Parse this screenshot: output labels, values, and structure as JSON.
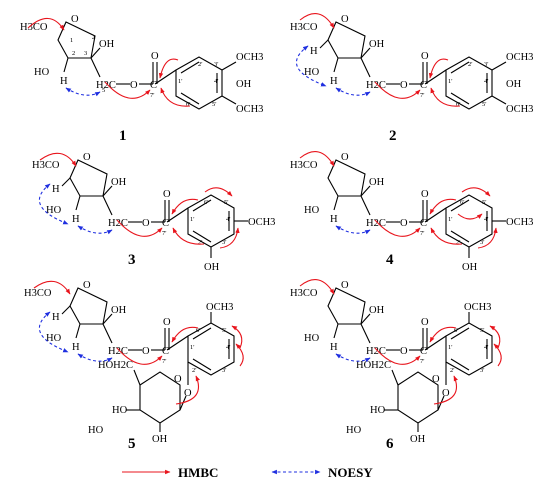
{
  "compounds": [
    {
      "id": "1",
      "atoms": {
        "methoxy_sugar": "H3CO",
        "ring_o": "O",
        "oh_sugar": "HO",
        "h_sugar": "H",
        "oh_quat": "OH",
        "ch2": "H2C",
        "ester_o": "O",
        "carbonyl_o": "O",
        "carbonyl_c": "C",
        "aryl_a": "OCH3",
        "aryl_b": "OH",
        "aryl_c": "OCH3"
      },
      "positions": {
        "p1": "1",
        "p2": "2",
        "p3": "3",
        "p4": "4",
        "p5": "5",
        "pc7": "7'",
        "pa1": "1'",
        "pa2": "2'",
        "pa3": "3'",
        "pa4": "4'",
        "pa5": "5'",
        "pa6": "6'"
      }
    },
    {
      "id": "2",
      "atoms": {
        "methoxy_sugar": "H3CO",
        "ring_o": "O",
        "oh_sugar": "HO",
        "h_sugar": "H",
        "h_top": "H",
        "oh_quat": "OH",
        "ch2": "H2C",
        "ester_o": "O",
        "carbonyl_o": "O",
        "carbonyl_c": "C",
        "aryl_a": "OCH3",
        "aryl_b": "OH",
        "aryl_c": "OCH3"
      },
      "positions": {
        "pc7": "7'",
        "pa1": "1'",
        "pa2": "2'",
        "pa3": "3'",
        "pa4": "4'",
        "pa5": "5'",
        "pa6": "6'"
      }
    },
    {
      "id": "3",
      "atoms": {
        "methoxy_sugar": "H3CO",
        "ring_o": "O",
        "oh_sugar": "HO",
        "h_sugar": "H",
        "h_top": "H",
        "oh_quat": "OH",
        "ch2": "H2C",
        "ester_o": "O",
        "carbonyl_o": "O",
        "carbonyl_c": "C",
        "aryl_a": "OCH3",
        "aryl_b": "OH"
      },
      "positions": {
        "pc7": "7'",
        "pa1": "1'",
        "pa2": "2'",
        "pa3": "3'",
        "pa4": "4'",
        "pa5": "5'",
        "pa6": "6'"
      }
    },
    {
      "id": "4",
      "atoms": {
        "methoxy_sugar": "H3CO",
        "ring_o": "O",
        "oh_sugar": "HO",
        "h_sugar": "H",
        "oh_quat": "OH",
        "ch2": "H2C",
        "ester_o": "O",
        "carbonyl_o": "O",
        "carbonyl_c": "C",
        "aryl_a": "OCH3",
        "aryl_b": "OH"
      },
      "positions": {
        "pc7": "7'",
        "pa1": "1'",
        "pa2": "2'",
        "pa3": "3'",
        "pa4": "4'",
        "pa5": "5'",
        "pa6": "6'"
      }
    },
    {
      "id": "5",
      "atoms": {
        "methoxy_sugar": "H3CO",
        "ring_o": "O",
        "oh_sugar": "HO",
        "h_sugar": "H",
        "h_top": "H",
        "oh_quat": "OH",
        "ch2": "H2C",
        "ester_o": "O",
        "carbonyl_o": "O",
        "carbonyl_c": "C",
        "aryl_a": "OCH3",
        "glc_ho1": "HOH2C",
        "glc_ho2": "HO",
        "glc_ho3": "HO",
        "glc_oh": "OH",
        "glc_o": "O",
        "glc_link": "O"
      },
      "positions": {
        "pc7": "7'",
        "pa1": "1'",
        "pa2": "2'",
        "pa3": "3'",
        "pa4": "4'",
        "pa5": "5'",
        "pa6": "6'"
      }
    },
    {
      "id": "6",
      "atoms": {
        "methoxy_sugar": "H3CO",
        "ring_o": "O",
        "oh_sugar": "HO",
        "h_sugar": "H",
        "oh_quat": "OH",
        "ch2": "H2C",
        "ester_o": "O",
        "carbonyl_o": "O",
        "carbonyl_c": "C",
        "aryl_a": "OCH3",
        "glc_ho1": "HOH2C",
        "glc_ho2": "HO",
        "glc_ho3": "HO",
        "glc_oh": "OH",
        "glc_o": "O",
        "glc_link": "O"
      },
      "positions": {
        "pc7": "7'",
        "pa1": "1'",
        "pa2": "2'",
        "pa3": "3'",
        "pa4": "4'",
        "pa5": "5'",
        "pa6": "6'"
      }
    }
  ],
  "legend": {
    "hmbc_label": "HMBC",
    "noesy_label": "NOESY",
    "hmbc_color": "#e8141c",
    "noesy_color": "#1f2fe0"
  }
}
